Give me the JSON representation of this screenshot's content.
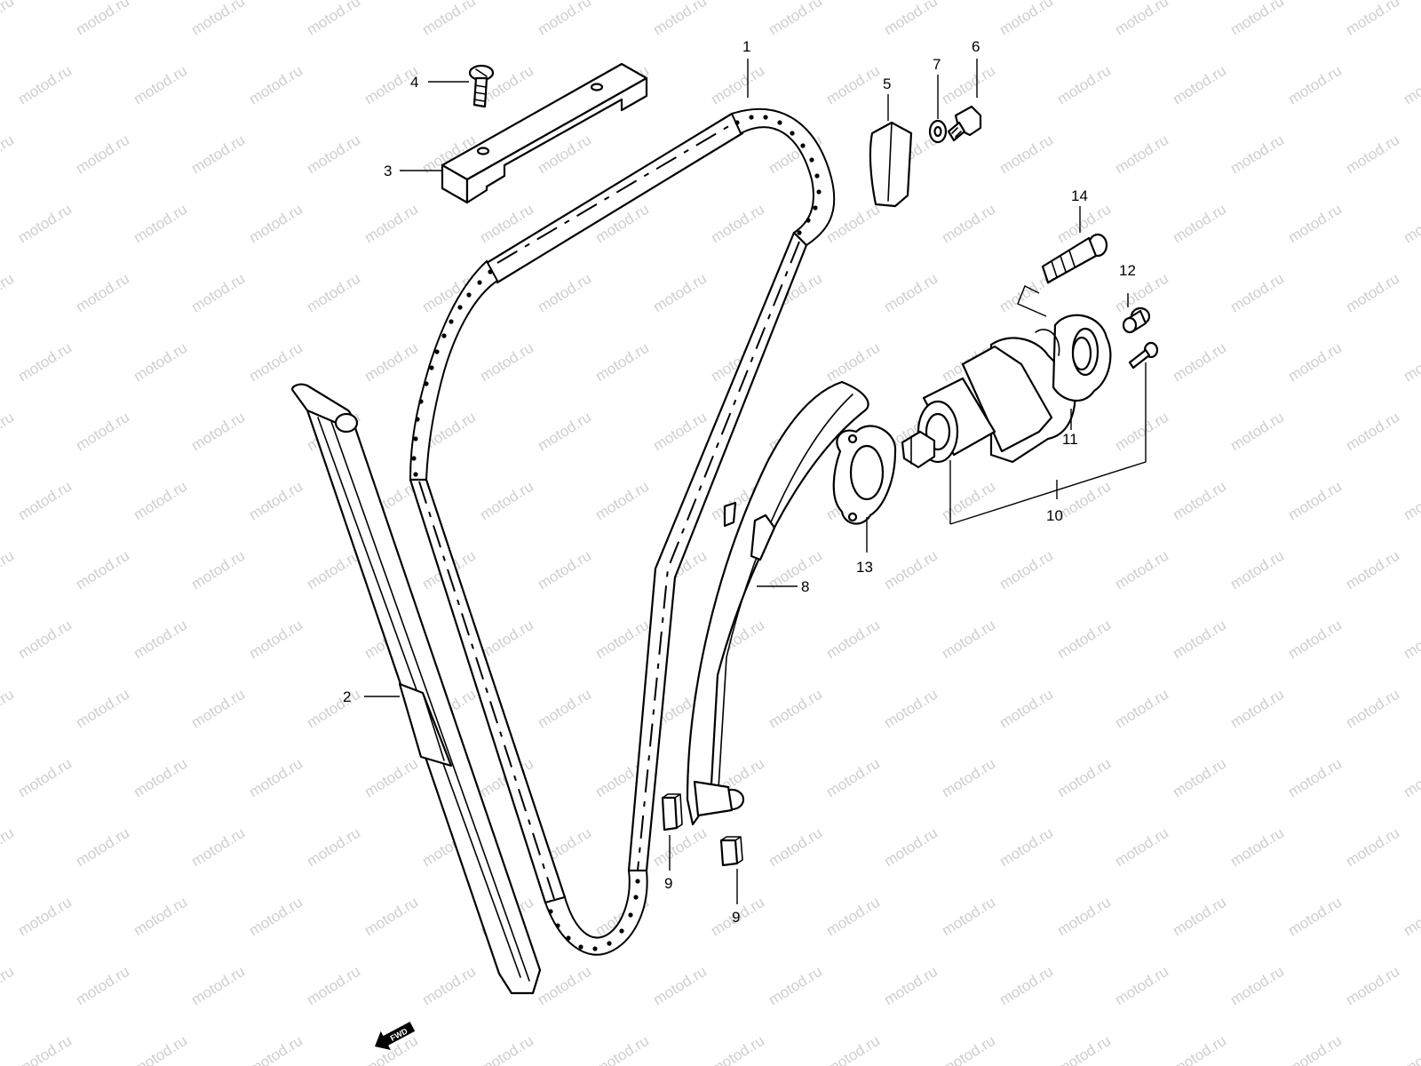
{
  "watermark": "motod.ru",
  "fwd_label": "FWD",
  "callouts": [
    "1",
    "2",
    "3",
    "4",
    "5",
    "6",
    "7",
    "8",
    "9",
    "9",
    "10",
    "11",
    "12",
    "13",
    "14"
  ],
  "colors": {
    "line": "#000000",
    "background": "#ffffff",
    "watermark": "#cfcfcf"
  }
}
